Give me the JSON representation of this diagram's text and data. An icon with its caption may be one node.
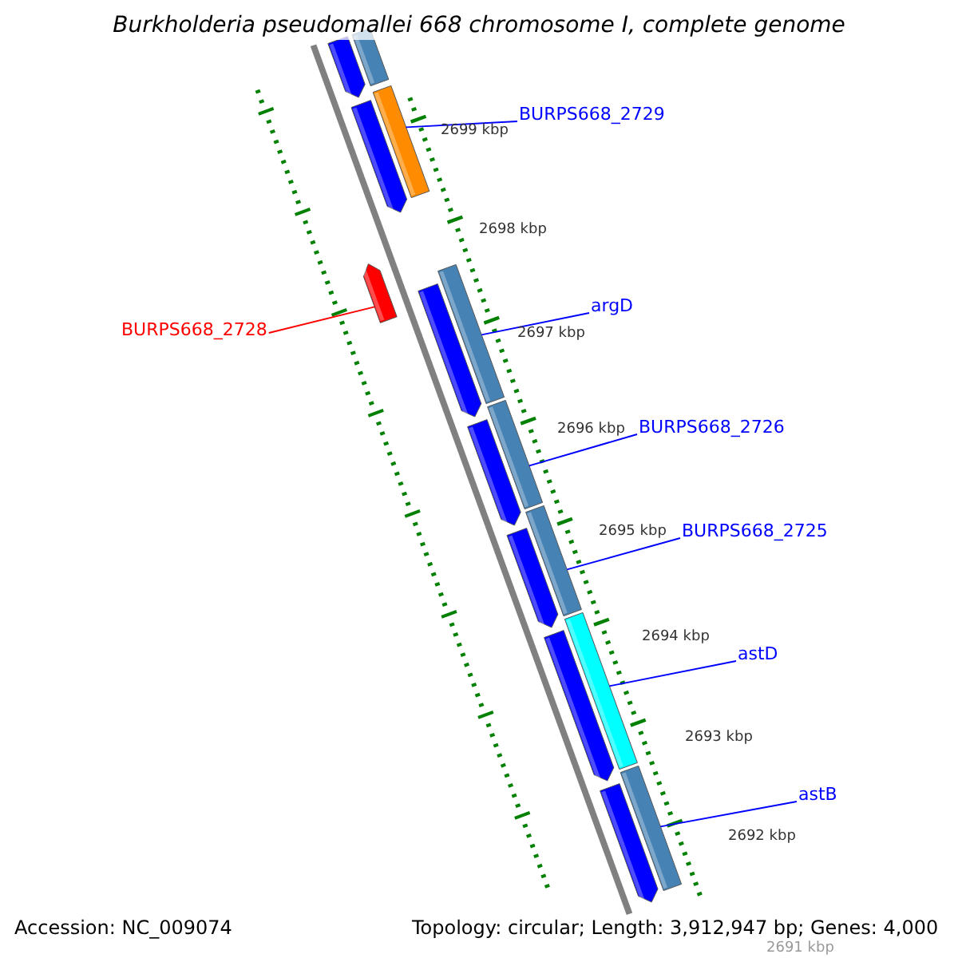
{
  "diagram": {
    "title": "Burkholderia pseudomallei 668 chromosome I, complete genome",
    "nodes": [
      {
        "text": [
          "BURPS668_2729"
        ]
      },
      {
        "text": [],
        "shape": "bar"
      },
      {
        "text": [
          "BURPS668_2728"
        ]
      },
      {
        "text": [],
        "shape": "bar"
      },
      {
        "text": [
          "argD"
        ]
      },
      {
        "text": [],
        "shape": "bar"
      },
      {
        "text": [
          "BURPS668_2726"
        ]
      },
      {
        "text": [],
        "shape": "bar"
      },
      {
        "text": [
          "BURPS668_2725"
        ]
      },
      {
        "text": [],
        "shape": "bar"
      },
      {
        "text": [
          "astD"
        ]
      },
      {
        "text": [],
        "shape": "bar"
      },
      {
        "text": [
          "astB"
        ]
      },
      {
        "text": [],
        "shape": "bar"
      },
      {
        "text": [],
        "shape": "bar"
      },
      {
        "text": [],
        "shape": "bar"
      },
      {
        "text": [],
        "shape": "bar"
      },
      {
        "text": [],
        "shape": "bar"
      },
      {
        "text": [],
        "shape": "bar"
      },
      {
        "text": [],
        "shape": "bar"
      },
      {
        "text": [],
        "shape": "bar"
      },
      {
        "text": [],
        "shape": "bar"
      }
    ],
    "edges": [
      {
        "from": 0,
        "to": 1,
        "arrow": "none"
      },
      {
        "from": 2,
        "to": 3,
        "arrow": "none",
        "color": "#ff0000"
      },
      {
        "from": 4,
        "to": 5,
        "arrow": "none"
      },
      {
        "from": 6,
        "to": 7,
        "arrow": "none"
      },
      {
        "from": 8,
        "to": 9,
        "arrow": "none"
      },
      {
        "from": 10,
        "to": 11,
        "arrow": "none"
      },
      {
        "from": 12,
        "to": 13,
        "arrow": "none"
      }
    ],
    "labels": [
      "2699 kbp",
      "2698 kbp",
      "2697 kbp",
      "2696 kbp",
      "2695 kbp",
      "2694 kbp",
      "2693 kbp",
      "2692 kbp",
      "2691 kbp",
      "Accession: NC_009074",
      "Topology: circular; Length: 3,912,947 bp; Genes: 4,000"
    ]
  }
}
